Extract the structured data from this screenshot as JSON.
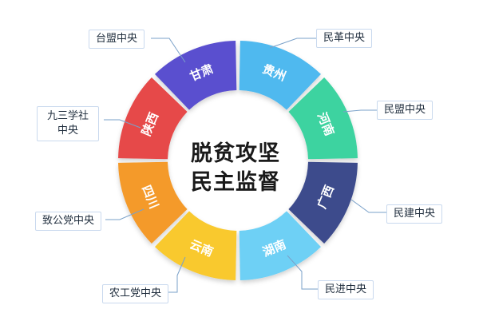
{
  "center": {
    "line1": "脱贫攻坚",
    "line2": "民主监督"
  },
  "segments": [
    {
      "province": "贵州",
      "party": "民革中央",
      "color": "#4fb9ef"
    },
    {
      "province": "河南",
      "party": "民盟中央",
      "color": "#3ed3a0"
    },
    {
      "province": "广西",
      "party": "民建中央",
      "color": "#3d4c8c"
    },
    {
      "province": "湖南",
      "party": "民进中央",
      "color": "#6ed0f5"
    },
    {
      "province": "云南",
      "party": "农工党中央",
      "color": "#f9c92e"
    },
    {
      "province": "四川",
      "party": "致公党中央",
      "color": "#f49a2c"
    },
    {
      "province": "陕西",
      "party": "九三学社中央",
      "color": "#e64848"
    },
    {
      "province": "甘肃",
      "party": "台盟中央",
      "color": "#5a4fcf"
    }
  ],
  "connector_color": "#7aa1c9",
  "label_border_color": "#c9d9ee"
}
